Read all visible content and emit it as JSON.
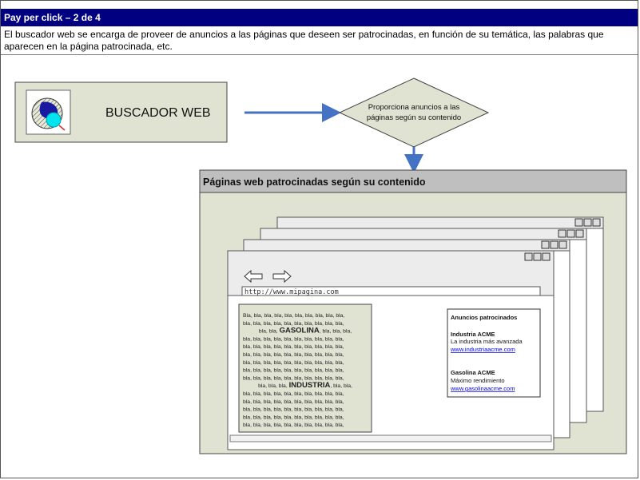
{
  "header": {
    "title": "Pay per click – 2 de 4"
  },
  "description": "El buscador web se encarga de proveer de anuncios a las páginas que deseen ser patrocinadas, en función de su temática, las palabras que aparecen en la página patrocinada, etc.",
  "search_engine": {
    "label": "BUSCADOR WEB",
    "icon": "globe-magnifier-icon"
  },
  "decision": {
    "line1": "Proporciona anuncios a las",
    "line2": "páginas según su contenido"
  },
  "sponsored_pages": {
    "title": "Páginas web patrocinadas según su contenido"
  },
  "browser": {
    "url": "http://www.mipagina.com"
  },
  "content": {
    "lines": [
      "Bla, bla, bla, bla, bla, bla, bla, bla, bla, bla,",
      "bla, bla, bla, bla, bla, bla, bla, bla, bla, bla,",
      "bla, bla,",
      "bla, bla, bla, bla, bla, bla, bla, bla, bla, bla,",
      "bla, bla, bla, bla, bla, bla, bla, bla, bla, bla,",
      "bla, bla, bla, bla, bla, bla, bla, bla, bla, bla,",
      "bla, bla, bla, bla, bla, bla, bla, bla, bla, bla,",
      "bla, bla, bla, bla, bla, bla, bla, bla, bla, bla,",
      "bla, bla, bla, bla, bla, bla, bla, bla, bla, bla,",
      "bla, bla, bla,",
      "bla, bla, bla, bla, bla, bla, bla, bla, bla, bla,",
      "bla, bla, bla, bla, bla, bla, bla, bla, bla, bla,",
      "bla, bla, bla, bla, bla, bla, bla, bla, bla, bla,",
      "bla, bla, bla, bla, bla, bla, bla, bla, bla, bla,",
      "bla, bla, bla, bla, bla, bla, bla, bla, bla, bla,"
    ],
    "keyword1": "GASOLINA",
    "keyword1_after": ", bla, bla, bla,",
    "keyword2": "INDUSTRIA",
    "keyword2_after": ", bla, bla,"
  },
  "ads": {
    "title": "Anuncios patrocinados",
    "ad1": {
      "name": "Industria ACME",
      "text": "La industria más avanzada",
      "link": "www.industriaacme.com"
    },
    "ad2": {
      "name": "Gasolina ACME",
      "text": "Máximo rendimiento",
      "link": "www.gasolinaacme.com"
    }
  },
  "colors": {
    "header_bg": "#000080",
    "box_fill": "#e0e2d2",
    "arrow": "#4472c4",
    "panel_title_bg": "#bfbfbf",
    "link": "#0000ee"
  }
}
